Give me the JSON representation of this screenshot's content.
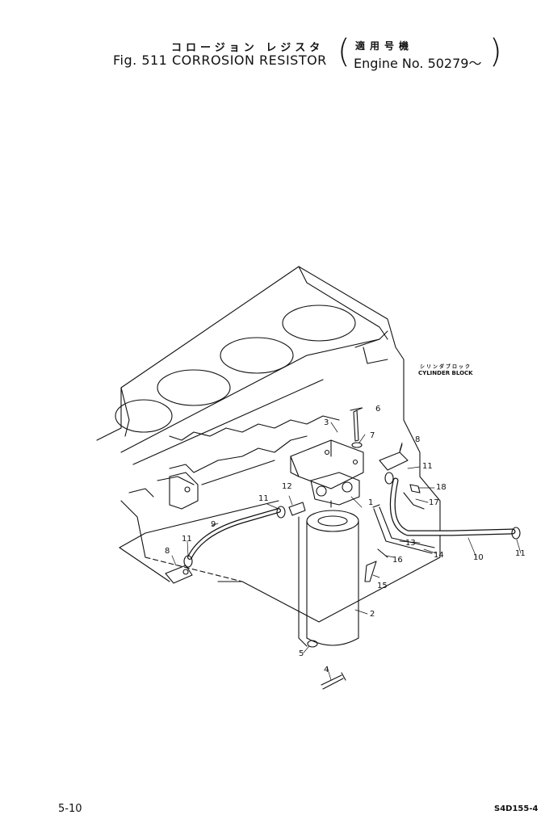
{
  "header": {
    "jp_title": "コロージョン レジスタ",
    "fig_title": "Fig. 511 CORROSION RESISTOR",
    "jp_applicability": "適用号機",
    "engine_no": "Engine No. 50279～",
    "paren_open": "(",
    "paren_close": ")"
  },
  "diagram": {
    "block_label_jp": "シリンダブロック",
    "block_label_en": "CYLINDER BLOCK",
    "part_labels": {
      "p1": "1",
      "p2": "2",
      "p3": "3",
      "p4": "4",
      "p5": "5",
      "p6": "6",
      "p7": "7",
      "p8a": "8",
      "p8b": "8",
      "p9": "9",
      "p10": "10",
      "p11a": "11",
      "p11b": "11",
      "p11c": "11",
      "p11d": "11",
      "p12": "12",
      "p13": "13",
      "p14": "14",
      "p15": "15",
      "p16": "16",
      "p17": "17",
      "p18": "18"
    }
  },
  "footer": {
    "page_number": "5-10",
    "catalog_code": "S4D155-4"
  }
}
